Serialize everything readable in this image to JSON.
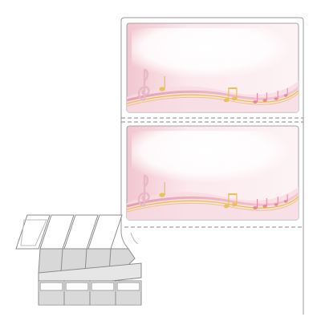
{
  "product": {
    "type": "fanfold-labels",
    "labels_per_row": 1,
    "labels_visible": 2,
    "label_design": "music-notes-pink",
    "fanfold_columns": 4
  },
  "colors": {
    "background": "#ffffff",
    "outline": "#9a9a9a",
    "perforation": "#8a8a8a",
    "label_pink": "#f4c8d2",
    "pink_band": "#e9a8bb",
    "gold_staff": "#e8c15b",
    "note_pink": "#e78aa4"
  },
  "icons": [
    "treble-clef-icon",
    "music-note-icon"
  ]
}
